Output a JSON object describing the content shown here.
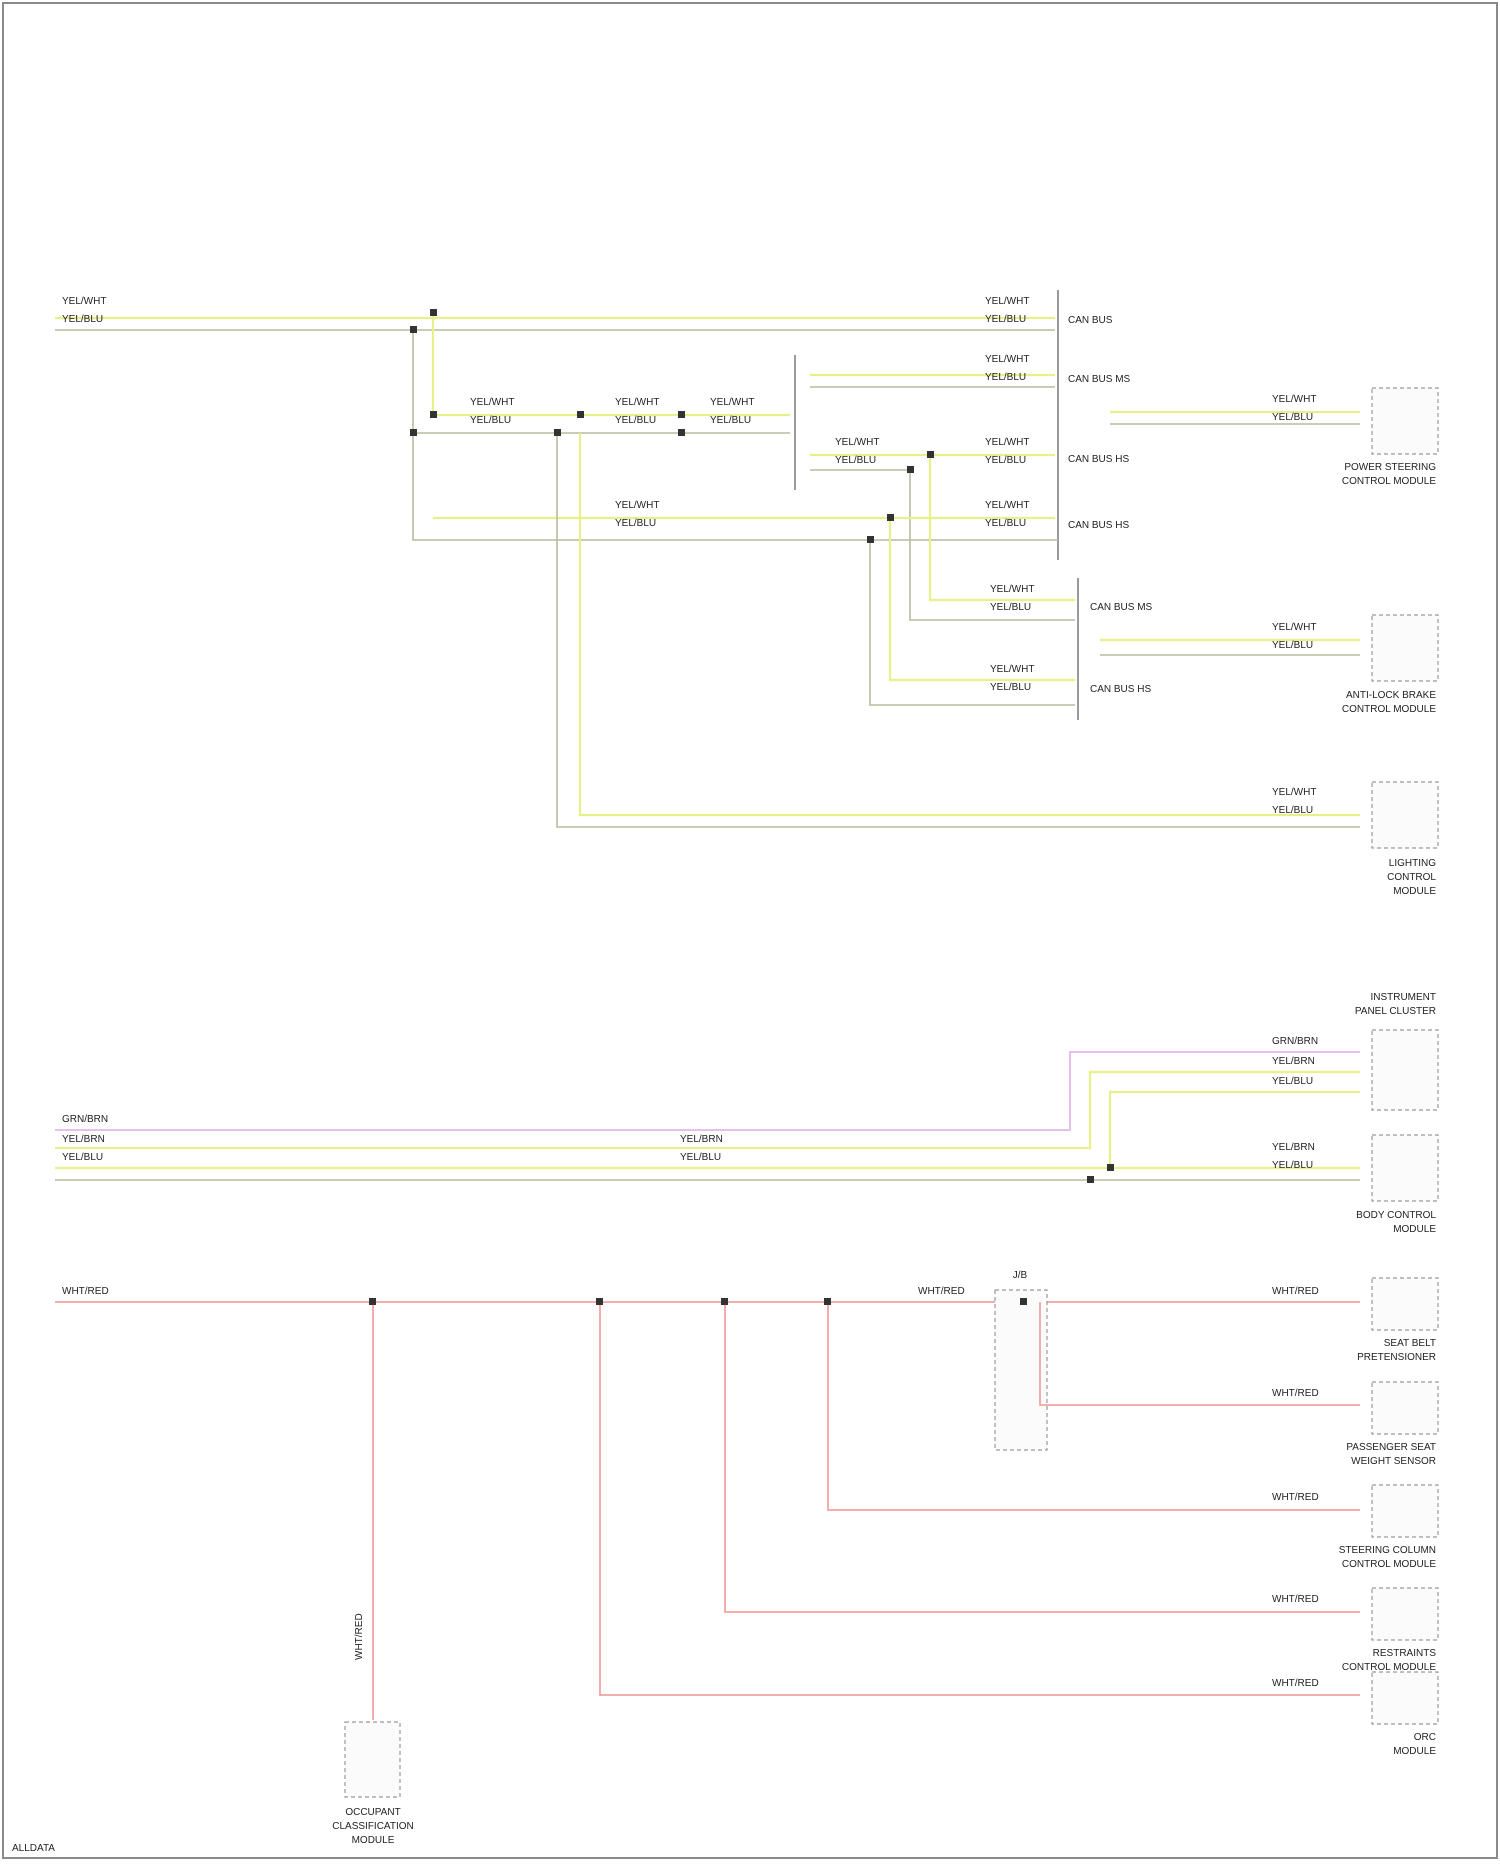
{
  "labels": {
    "top_wire_1": "YEL/WHT",
    "top_wire_2": "YEL/BLU",
    "can_bus_label": "CAN BUS",
    "mid_wire_a": "YEL/WHT",
    "mid_wire_b": "YEL/BLU",
    "bus_1_label": "CAN BUS MS",
    "bus_2_label": "CAN BUS HS",
    "bus_3_label": "CAN BUS HS",
    "bus_4_label": "CAN BUS MS",
    "bus_5_label": "CAN BUS HS",
    "comp_1": [
      "POWER STEERING",
      "CONTROL MODULE"
    ],
    "comp_2": [
      "ANTI-LOCK BRAKE",
      "CONTROL MODULE"
    ],
    "comp_3": [
      "LIGHTING",
      "CONTROL",
      "MODULE"
    ],
    "lower_wire_p": "GRN/BRN",
    "lower_wire_a": "YEL/BRN",
    "lower_wire_b": "YEL/BLU",
    "comp_4": [
      "INSTRUMENT",
      "PANEL CLUSTER"
    ],
    "comp_5": [
      "BODY CONTROL",
      "MODULE"
    ],
    "red_wire": "WHT/RED",
    "junction": "J/B",
    "comp_6": [
      "SEAT BELT",
      "PRETENSIONER"
    ],
    "comp_7": [
      "PASSENGER SEAT",
      "WEIGHT SENSOR"
    ],
    "comp_8": [
      "STEERING COLUMN",
      "CONTROL MODULE"
    ],
    "comp_9": [
      "RESTRAINTS",
      "CONTROL MODULE"
    ],
    "comp_10": [
      "ORC",
      "MODULE"
    ],
    "bottom_comp": [
      "OCCUPANT",
      "CLASSIFICATION",
      "MODULE"
    ],
    "footer": "ALLDATA"
  }
}
